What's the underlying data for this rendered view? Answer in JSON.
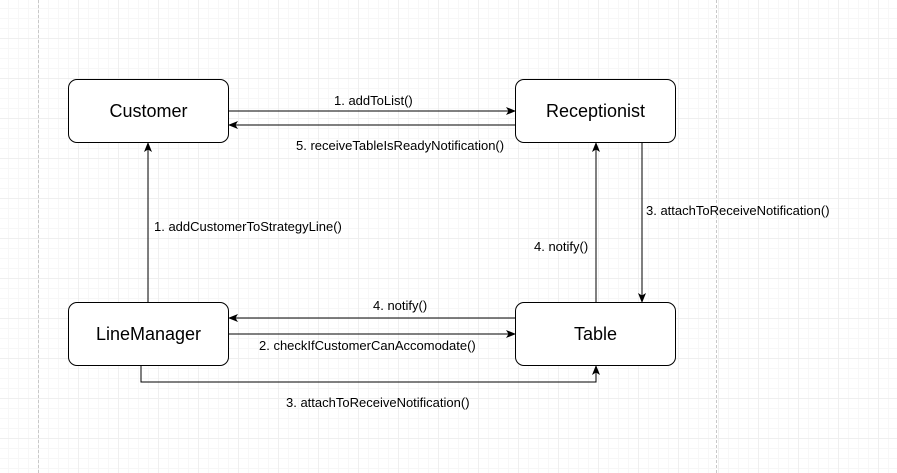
{
  "nodes": {
    "customer": "Customer",
    "receptionist": "Receptionist",
    "line_manager": "LineManager",
    "table": "Table"
  },
  "edges": {
    "customer_to_receptionist": "1. addToList()",
    "receptionist_to_customer": "5. receiveTableIsReadyNotification()",
    "receptionist_to_table": "3. attachToReceiveNotification()",
    "linemanager_to_customer": "1. addCustomerToStrategyLine()",
    "table_to_receptionist": "4. notify()",
    "table_to_linemanager": "4. notify()",
    "linemanager_to_table_check": "2. checkIfCustomerCanAccomodate()",
    "linemanager_to_table_attach": "3. attachToReceiveNotification()"
  }
}
